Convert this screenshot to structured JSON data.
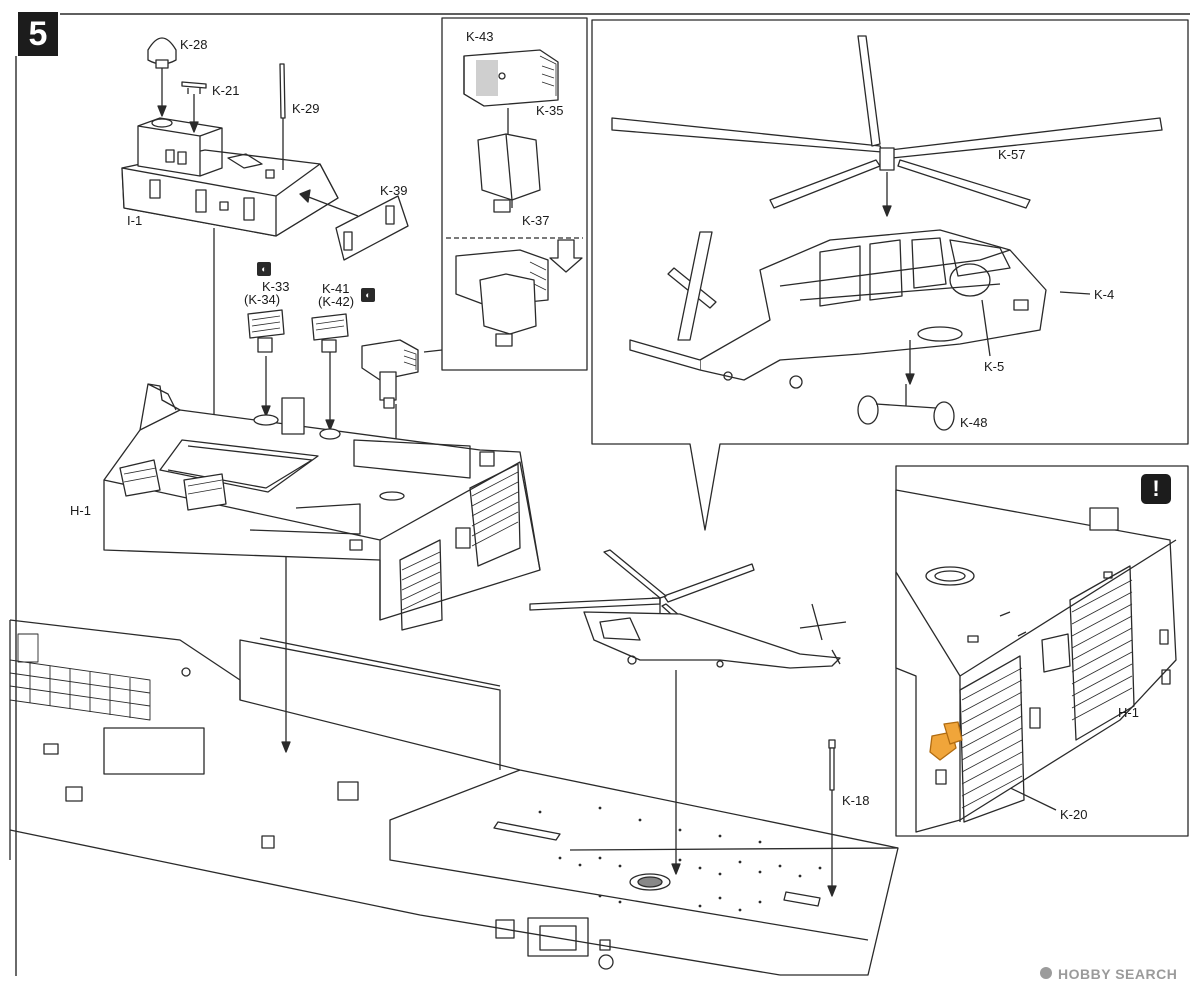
{
  "step_number": "5",
  "labels": {
    "k28": "K-28",
    "k21": "K-21",
    "k29": "K-29",
    "i1": "I-1",
    "k39": "K-39",
    "k33": "K-33",
    "k34": "(K-34)",
    "k41": "K-41",
    "k42": "(K-42)",
    "k43": "K-43",
    "k35": "K-35",
    "k37": "K-37",
    "k57": "K-57",
    "k4": "K-4",
    "k5": "K-5",
    "k48": "K-48",
    "h1": "H-1",
    "h1_detail": "H-1",
    "k20": "K-20",
    "k18": "K-18"
  },
  "warning_symbol": "!",
  "watermark": "HOBBY SEARCH",
  "icons": {
    "alt_part": "alternate-part-icon",
    "warning": "warning-icon",
    "watermark_logo": "hobbysearch-logo-icon"
  },
  "colors": {
    "line": "#2a2a2a",
    "highlight": "#f0a53a",
    "panel": "#ffffff"
  }
}
